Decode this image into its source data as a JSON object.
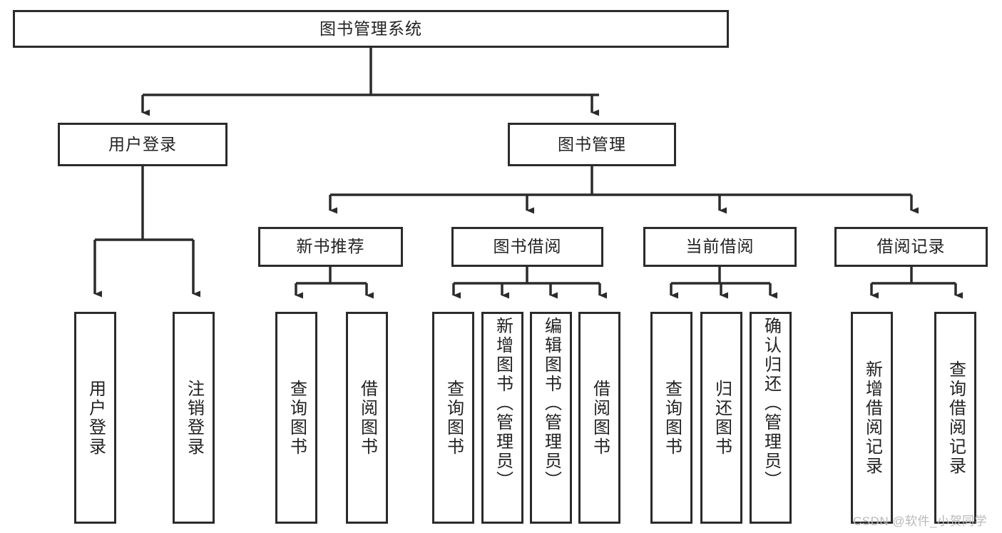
{
  "diagram": {
    "title": "图书管理系统",
    "type": "功能结构图",
    "stroke_color": "#2b2b2b",
    "fill_color": "#ffffff",
    "text_color": "#222222"
  },
  "nodes": {
    "root": {
      "label": "图书管理系统",
      "level": 1,
      "orientation": "horizontal"
    },
    "user_login": {
      "label": "用户登录",
      "level": 2,
      "orientation": "horizontal"
    },
    "book_manage": {
      "label": "图书管理",
      "level": 2,
      "orientation": "horizontal"
    },
    "new_book_rec": {
      "label": "新书推荐",
      "level": 3,
      "orientation": "horizontal"
    },
    "book_borrow": {
      "label": "图书借阅",
      "level": 3,
      "orientation": "horizontal"
    },
    "current_borrow": {
      "label": "当前借阅",
      "level": 3,
      "orientation": "horizontal"
    },
    "borrow_record": {
      "label": "借阅记录",
      "level": 3,
      "orientation": "horizontal"
    },
    "leaf_user_login": {
      "label": "用户登录",
      "level": 4,
      "orientation": "vertical"
    },
    "leaf_logout": {
      "label": "注销登录",
      "level": 4,
      "orientation": "vertical"
    },
    "leaf_query_1": {
      "label": "查询图书",
      "level": 4,
      "orientation": "vertical"
    },
    "leaf_borrow_1": {
      "label": "借阅图书",
      "level": 4,
      "orientation": "vertical"
    },
    "leaf_query_2": {
      "label": "查询图书",
      "level": 4,
      "orientation": "vertical"
    },
    "leaf_add_book": {
      "label": "新增图书（管理员）",
      "level": 4,
      "orientation": "vertical"
    },
    "leaf_edit_book": {
      "label": "编辑图书（管理员）",
      "level": 4,
      "orientation": "vertical"
    },
    "leaf_borrow_2": {
      "label": "借阅图书",
      "level": 4,
      "orientation": "vertical"
    },
    "leaf_query_3": {
      "label": "查询图书",
      "level": 4,
      "orientation": "vertical"
    },
    "leaf_return": {
      "label": "归还图书",
      "level": 4,
      "orientation": "vertical"
    },
    "leaf_confirm": {
      "label": "确认归还（管理员）",
      "level": 4,
      "orientation": "vertical"
    },
    "leaf_add_rec": {
      "label": "新增借阅记录",
      "level": 4,
      "orientation": "vertical"
    },
    "leaf_query_rec": {
      "label": "查询借阅记录",
      "level": 4,
      "orientation": "vertical"
    }
  },
  "hierarchy": [
    {
      "parent": "root",
      "children": [
        "user_login",
        "book_manage"
      ]
    },
    {
      "parent": "user_login",
      "children": [
        "leaf_user_login",
        "leaf_logout"
      ]
    },
    {
      "parent": "book_manage",
      "children": [
        "new_book_rec",
        "book_borrow",
        "current_borrow",
        "borrow_record"
      ]
    },
    {
      "parent": "new_book_rec",
      "children": [
        "leaf_query_1",
        "leaf_borrow_1"
      ]
    },
    {
      "parent": "book_borrow",
      "children": [
        "leaf_query_2",
        "leaf_add_book",
        "leaf_edit_book",
        "leaf_borrow_2"
      ]
    },
    {
      "parent": "current_borrow",
      "children": [
        "leaf_query_3",
        "leaf_return",
        "leaf_confirm"
      ]
    },
    {
      "parent": "borrow_record",
      "children": [
        "leaf_add_rec",
        "leaf_query_rec"
      ]
    }
  ],
  "watermark": {
    "text": "CSDN @软件_小贺同学",
    "color": "#b9b9b9"
  }
}
